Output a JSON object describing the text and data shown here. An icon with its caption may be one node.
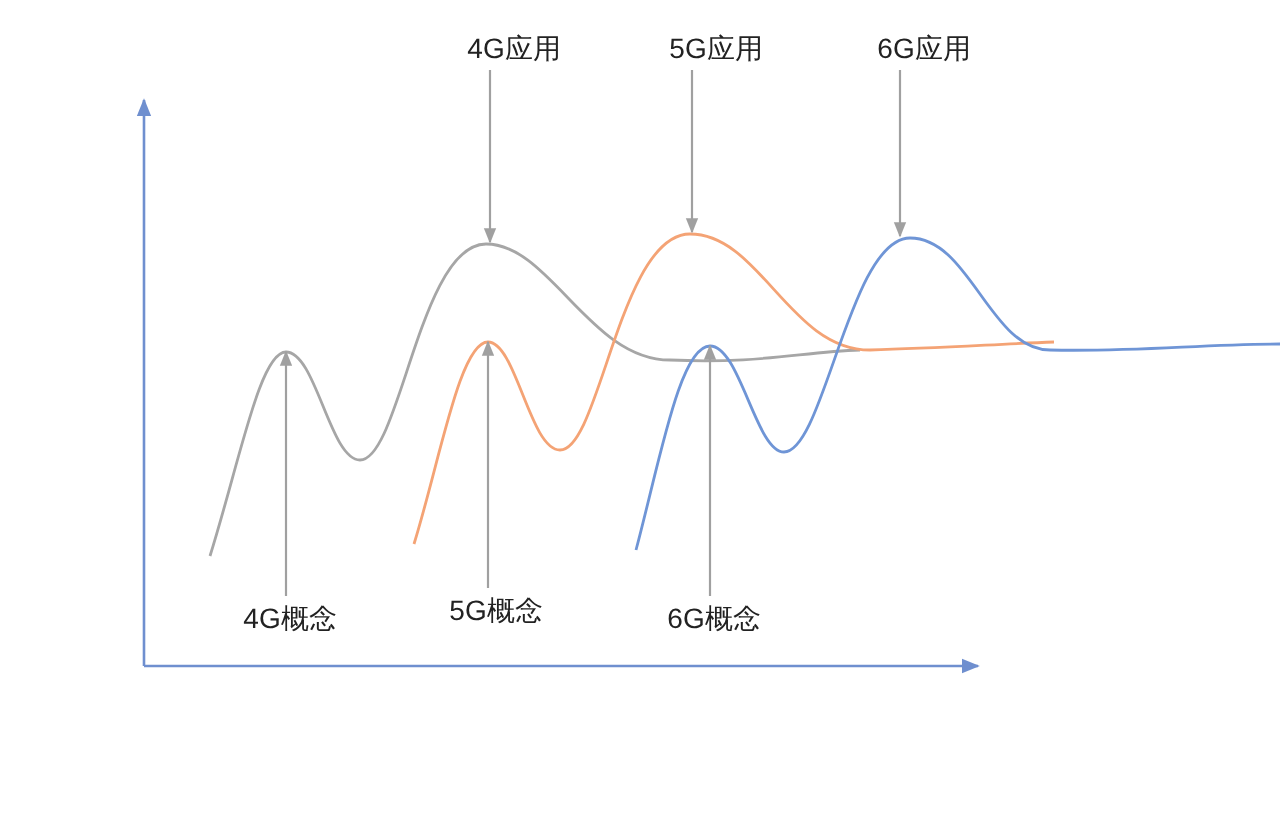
{
  "diagram": {
    "nodes": [
      {
        "text": [
          "4G应用"
        ]
      },
      {
        "text": [
          "5G应用"
        ]
      },
      {
        "text": [
          "6G应用"
        ]
      },
      {
        "text": [
          "4G概念"
        ]
      },
      {
        "text": [
          "5G概念"
        ]
      },
      {
        "text": [
          "6G概念"
        ]
      }
    ],
    "edges": [
      {
        "from": 0,
        "to": null,
        "arrow": "to"
      },
      {
        "from": 1,
        "to": null,
        "arrow": "to"
      },
      {
        "from": 2,
        "to": null,
        "arrow": "to"
      },
      {
        "from": 3,
        "to": null,
        "arrow": "to"
      },
      {
        "from": 4,
        "to": null,
        "arrow": "to"
      },
      {
        "from": 5,
        "to": null,
        "arrow": "to"
      }
    ]
  }
}
